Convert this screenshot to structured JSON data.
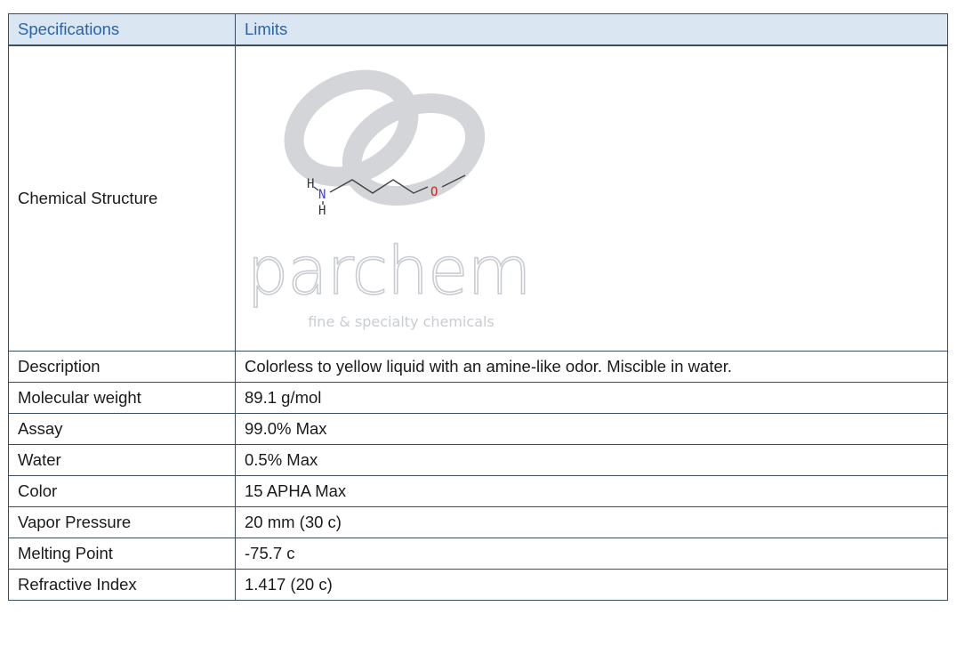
{
  "table": {
    "header": {
      "col1": "Specifications",
      "col2": "Limits"
    },
    "structure_label": "Chemical Structure",
    "structure": {
      "atoms": {
        "h_top": "H",
        "n": "N",
        "h_bottom": "H",
        "o": "O"
      },
      "watermark": {
        "brand": "parchem",
        "tagline": "fine & specialty chemicals"
      },
      "colors": {
        "nitrogen": "#4141c8",
        "oxygen": "#d02020",
        "bond": "#444444",
        "watermark": "#c9ccd1"
      }
    },
    "rows": [
      {
        "spec": "Description",
        "limit": "Colorless to yellow liquid with an amine-like odor. Miscible in water."
      },
      {
        "spec": "Molecular weight",
        "limit": "89.1 g/mol"
      },
      {
        "spec": "Assay",
        "limit": "99.0% Max"
      },
      {
        "spec": "Water",
        "limit": "0.5% Max"
      },
      {
        "spec": "Color",
        "limit": "15 APHA Max"
      },
      {
        "spec": "Vapor Pressure",
        "limit": "20 mm (30 c)"
      },
      {
        "spec": "Melting Point",
        "limit": "-75.7 c"
      },
      {
        "spec": "Refractive Index",
        "limit": "1.417 (20 c)"
      }
    ]
  }
}
